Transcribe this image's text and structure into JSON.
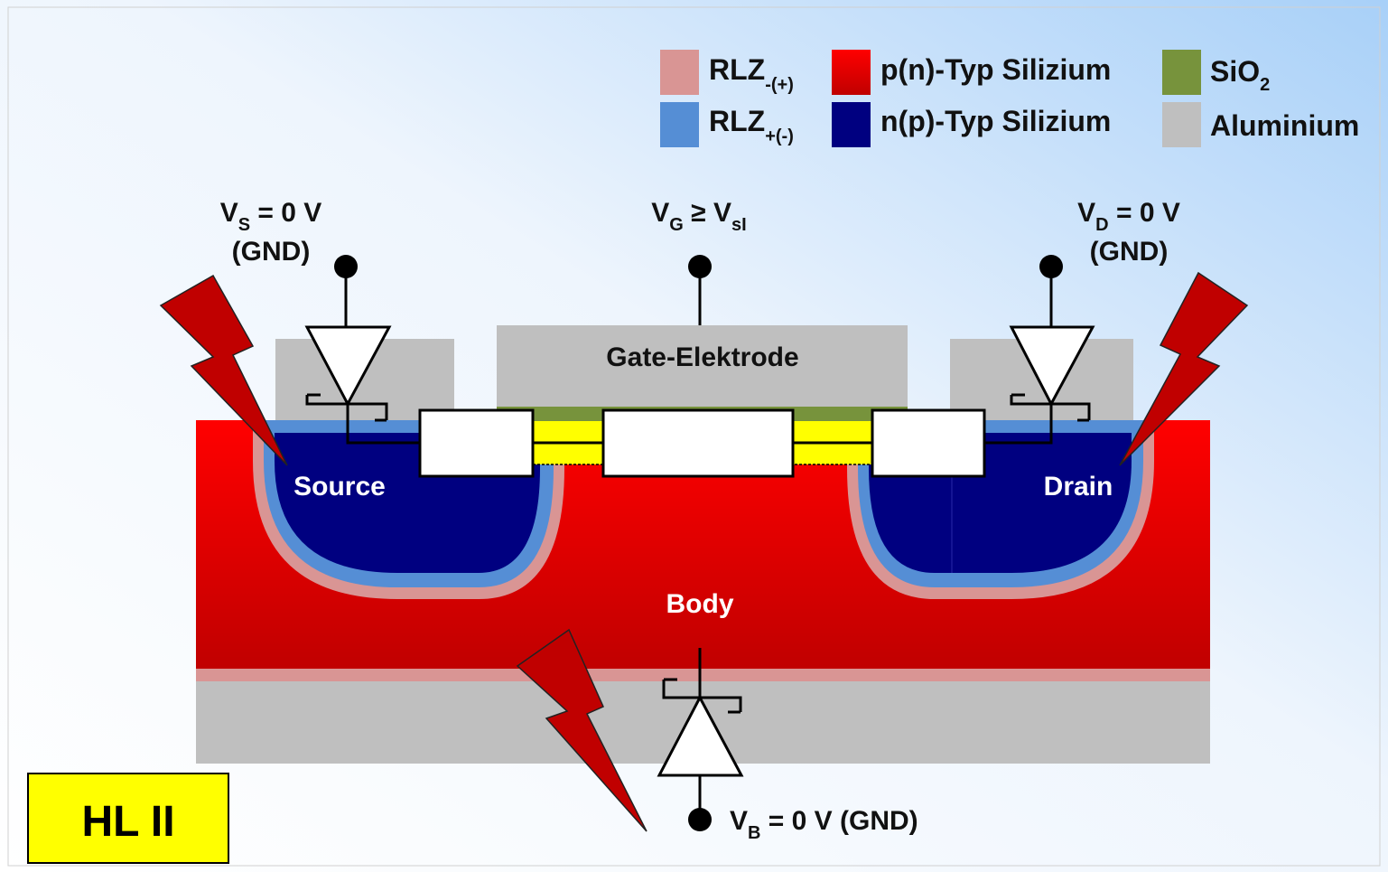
{
  "legend": {
    "rlz_neg": {
      "base": "RLZ",
      "sub": "-(+)",
      "color": "#d99594"
    },
    "rlz_pos": {
      "base": "RLZ",
      "sub": "+(-)",
      "color": "#558ed5"
    },
    "p_silicon": {
      "label": "p(n)-Typ Silizium",
      "color": "#e80000"
    },
    "n_silicon": {
      "label": "n(p)-Typ Silizium",
      "color": "#000080"
    },
    "sio2": {
      "base": "SiO",
      "sub": "2",
      "color": "#77933c"
    },
    "aluminium": {
      "label": "Aluminium",
      "color": "#bfbfbf"
    }
  },
  "terminals": {
    "source": {
      "v": "V",
      "sub": "S",
      "value": " = 0 V",
      "gnd": "(GND)"
    },
    "gate": {
      "v": "V",
      "sub": "G",
      "relation": " ≥ V",
      "sub2": "sI"
    },
    "drain": {
      "v": "V",
      "sub": "D",
      "value": " = 0 V",
      "gnd": "(GND)"
    },
    "body": {
      "v": "V",
      "sub": "B",
      "value": " = 0 V (GND)"
    }
  },
  "regions": {
    "gate_electrode": "Gate-Elektrode",
    "source": "Source",
    "drain": "Drain",
    "body": "Body"
  },
  "badge": {
    "label": "HL II",
    "color": "#ffff00"
  },
  "colors": {
    "channel": "#ffff00",
    "lightning": "#c00000",
    "bg_gradient_end": "#a8d0f8"
  }
}
